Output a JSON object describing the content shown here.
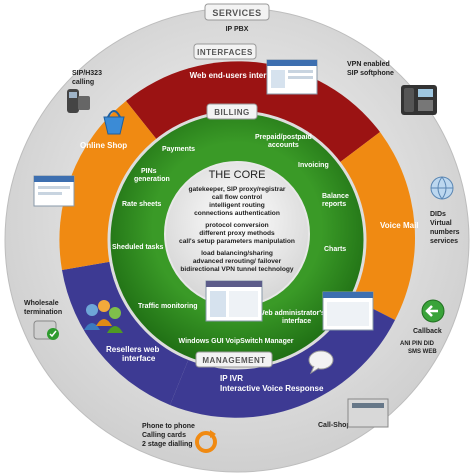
{
  "tabs": {
    "services": "SERVICES",
    "interfaces": "INTERFACES",
    "billing": "BILLING",
    "management": "MANAGEMENT"
  },
  "outer": {
    "ip_pbx": "IP PBX",
    "sip_h323": [
      "SIP/H323",
      "calling"
    ],
    "vpn": [
      "VPN enabled",
      "SIP softphone"
    ],
    "dids": [
      "DIDs",
      "Virtual",
      "numbers",
      "services"
    ],
    "wholesale": [
      "Wholesale",
      "termination"
    ],
    "callback": "Callback",
    "callback_sub": [
      "ANI  PIN  DID",
      "SMS  WEB"
    ],
    "phone_to_phone": [
      "Phone to phone",
      "Calling cards",
      "2 stage dialling"
    ],
    "call_shop": "Call-Shop"
  },
  "middle": {
    "web_end_users": "Web end-users interface",
    "online_shop": "Online Shop",
    "voice_mail": "Voice Mail",
    "resellers": [
      "Resellers web",
      "interface"
    ],
    "ip_ivr": [
      "IP IVR",
      "Interactive Voice Response"
    ]
  },
  "inner": {
    "payments": "Payments",
    "prepaid": [
      "Prepaid/postpaid",
      "accounts"
    ],
    "pins": [
      "PINs",
      "generation"
    ],
    "invoicing": "Invoicing",
    "rate_sheets": "Rate sheets",
    "balance": [
      "Balance",
      "reports"
    ],
    "scheduled": "Sheduled tasks",
    "charts": "Charts",
    "traffic": "Traffic monitoring",
    "web_admin": [
      "Web administrator's",
      "interface"
    ],
    "windows_gui": "Windows GUI VoipSwitch Manager"
  },
  "core": {
    "title": "THE CORE",
    "lines": [
      "gatekeeper, SIP proxy/registrar",
      "call flow control",
      "intelligent routing",
      "connections authentication",
      "",
      "protocol conversion",
      "different proxy methods",
      "call's setup parameters manipulation",
      "",
      "load balancing/sharing",
      "advanced rerouting/ failover",
      "bidirectional VPN tunnel technology"
    ]
  },
  "colors": {
    "outer_ring": "#e4e4e4",
    "red": "#9b1313",
    "orange": "#f08a12",
    "blue": "#3d3a93",
    "green": "#2e8b1e",
    "core": "#f4f4f4"
  },
  "icons": [
    "phone-icon",
    "voip-phone-icon",
    "shopping-basket-icon",
    "globe-icon",
    "server-icon",
    "arrow-left-icon",
    "users-icon",
    "speech-bubble-icon",
    "refresh-icon",
    "screenshot-icon"
  ]
}
